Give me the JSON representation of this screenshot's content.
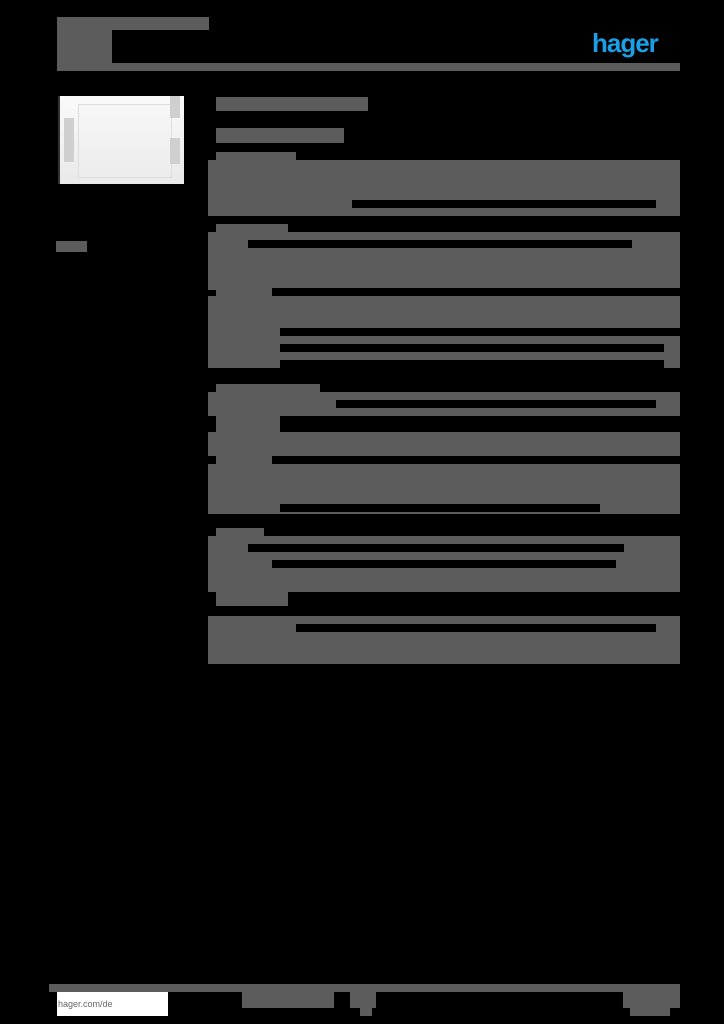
{
  "header": {
    "title_redacted": true,
    "brand": "hager",
    "brand_color": "#1aa0e6"
  },
  "product": {
    "image_alt": "product-photo-enclosure-cover"
  },
  "footer": {
    "link": "hager.com/de"
  },
  "colors": {
    "background": "#000000",
    "redaction": "#5b5c5b"
  }
}
